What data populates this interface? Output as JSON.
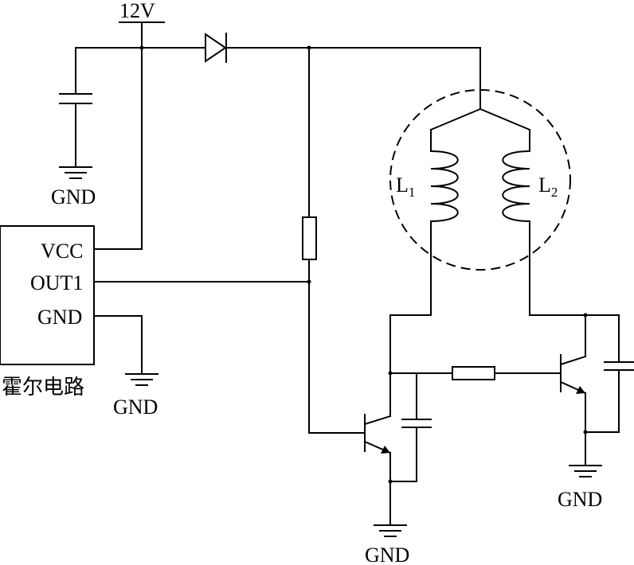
{
  "labels": {
    "supply": "12V",
    "gnd_cap": "GND",
    "gnd_hall": "GND",
    "gnd_q1": "GND",
    "gnd_q2": "GND",
    "vcc_pin": "VCC",
    "out1_pin": "OUT1",
    "gnd_pin": "GND",
    "hall_chip": "霍尔电路",
    "coil_l1_letter": "L",
    "coil_l1_sub": "1",
    "coil_l2_letter": "L",
    "coil_l2_sub": "2"
  }
}
